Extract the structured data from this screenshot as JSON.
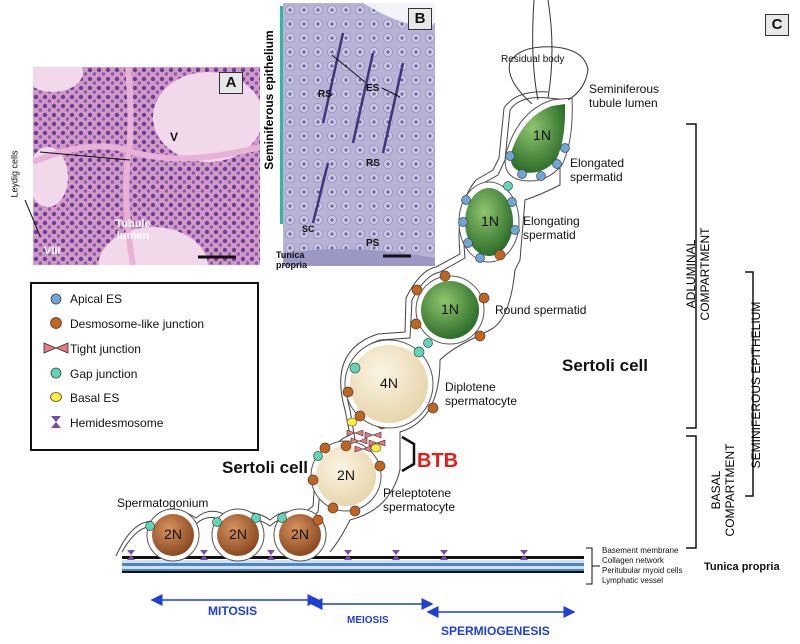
{
  "panels": {
    "a": "A",
    "b": "B",
    "c": "C"
  },
  "panel_a": {
    "leydig": "Leydig cells",
    "v": "V",
    "viii": "VIII",
    "tubule": "Tubule lumen"
  },
  "panel_b": {
    "epithelium": "Seminiferous epithelium",
    "es": "ES",
    "rs1": "RS",
    "rs2": "RS",
    "sc": "SC",
    "ps": "PS",
    "tunica": "Tunica propria"
  },
  "legend": [
    {
      "label": "Apical ES",
      "color": "#6ea6d6"
    },
    {
      "label": "Desmosome-like junction",
      "color": "#c0641e"
    },
    {
      "label": "Tight junction",
      "color": "#e77a7a"
    },
    {
      "label": "Gap junction",
      "color": "#5fd6b8"
    },
    {
      "label": "Basal ES",
      "color": "#ffef3a"
    },
    {
      "label": "Hemidesmosome",
      "color": "#7a4fa0"
    }
  ],
  "cells": {
    "spermatogonium_label": "Spermatogonium",
    "spermatogonia": [
      "2N",
      "2N",
      "2N"
    ],
    "preleptotene": "2N",
    "preleptotene_label": "Preleptotene spermatocyte",
    "diplotene": "4N",
    "diplotene_label": "Diplotene spermatocyte",
    "round": "1N",
    "round_label": "Round spermatid",
    "elongating": "1N",
    "elongating_label": "Elongating spermatid",
    "elongated": "1N",
    "elongated_label": "Elongated spermatid",
    "residual": "Residual body",
    "lumen": "Seminiferous tubule lumen"
  },
  "labels": {
    "sertoli_left": "Sertoli cell",
    "sertoli_right": "Sertoli cell",
    "btb": "BTB",
    "adluminal": "ADLUMINAL COMPARTMENT",
    "basal": "BASAL COMPARTMENT",
    "seminiferous_epithelium": "SEMINIFEROUS EPITHELIUM",
    "tunica_propria": "Tunica propria"
  },
  "layers": [
    "Basement membrane",
    "Collagen network",
    "Peritubular myoid cells",
    "Lymphatic vessel"
  ],
  "phases": {
    "mitosis": "MITOSIS",
    "meiosis": "MEIOSIS",
    "spermiogenesis": "SPERMIOGENESIS"
  }
}
